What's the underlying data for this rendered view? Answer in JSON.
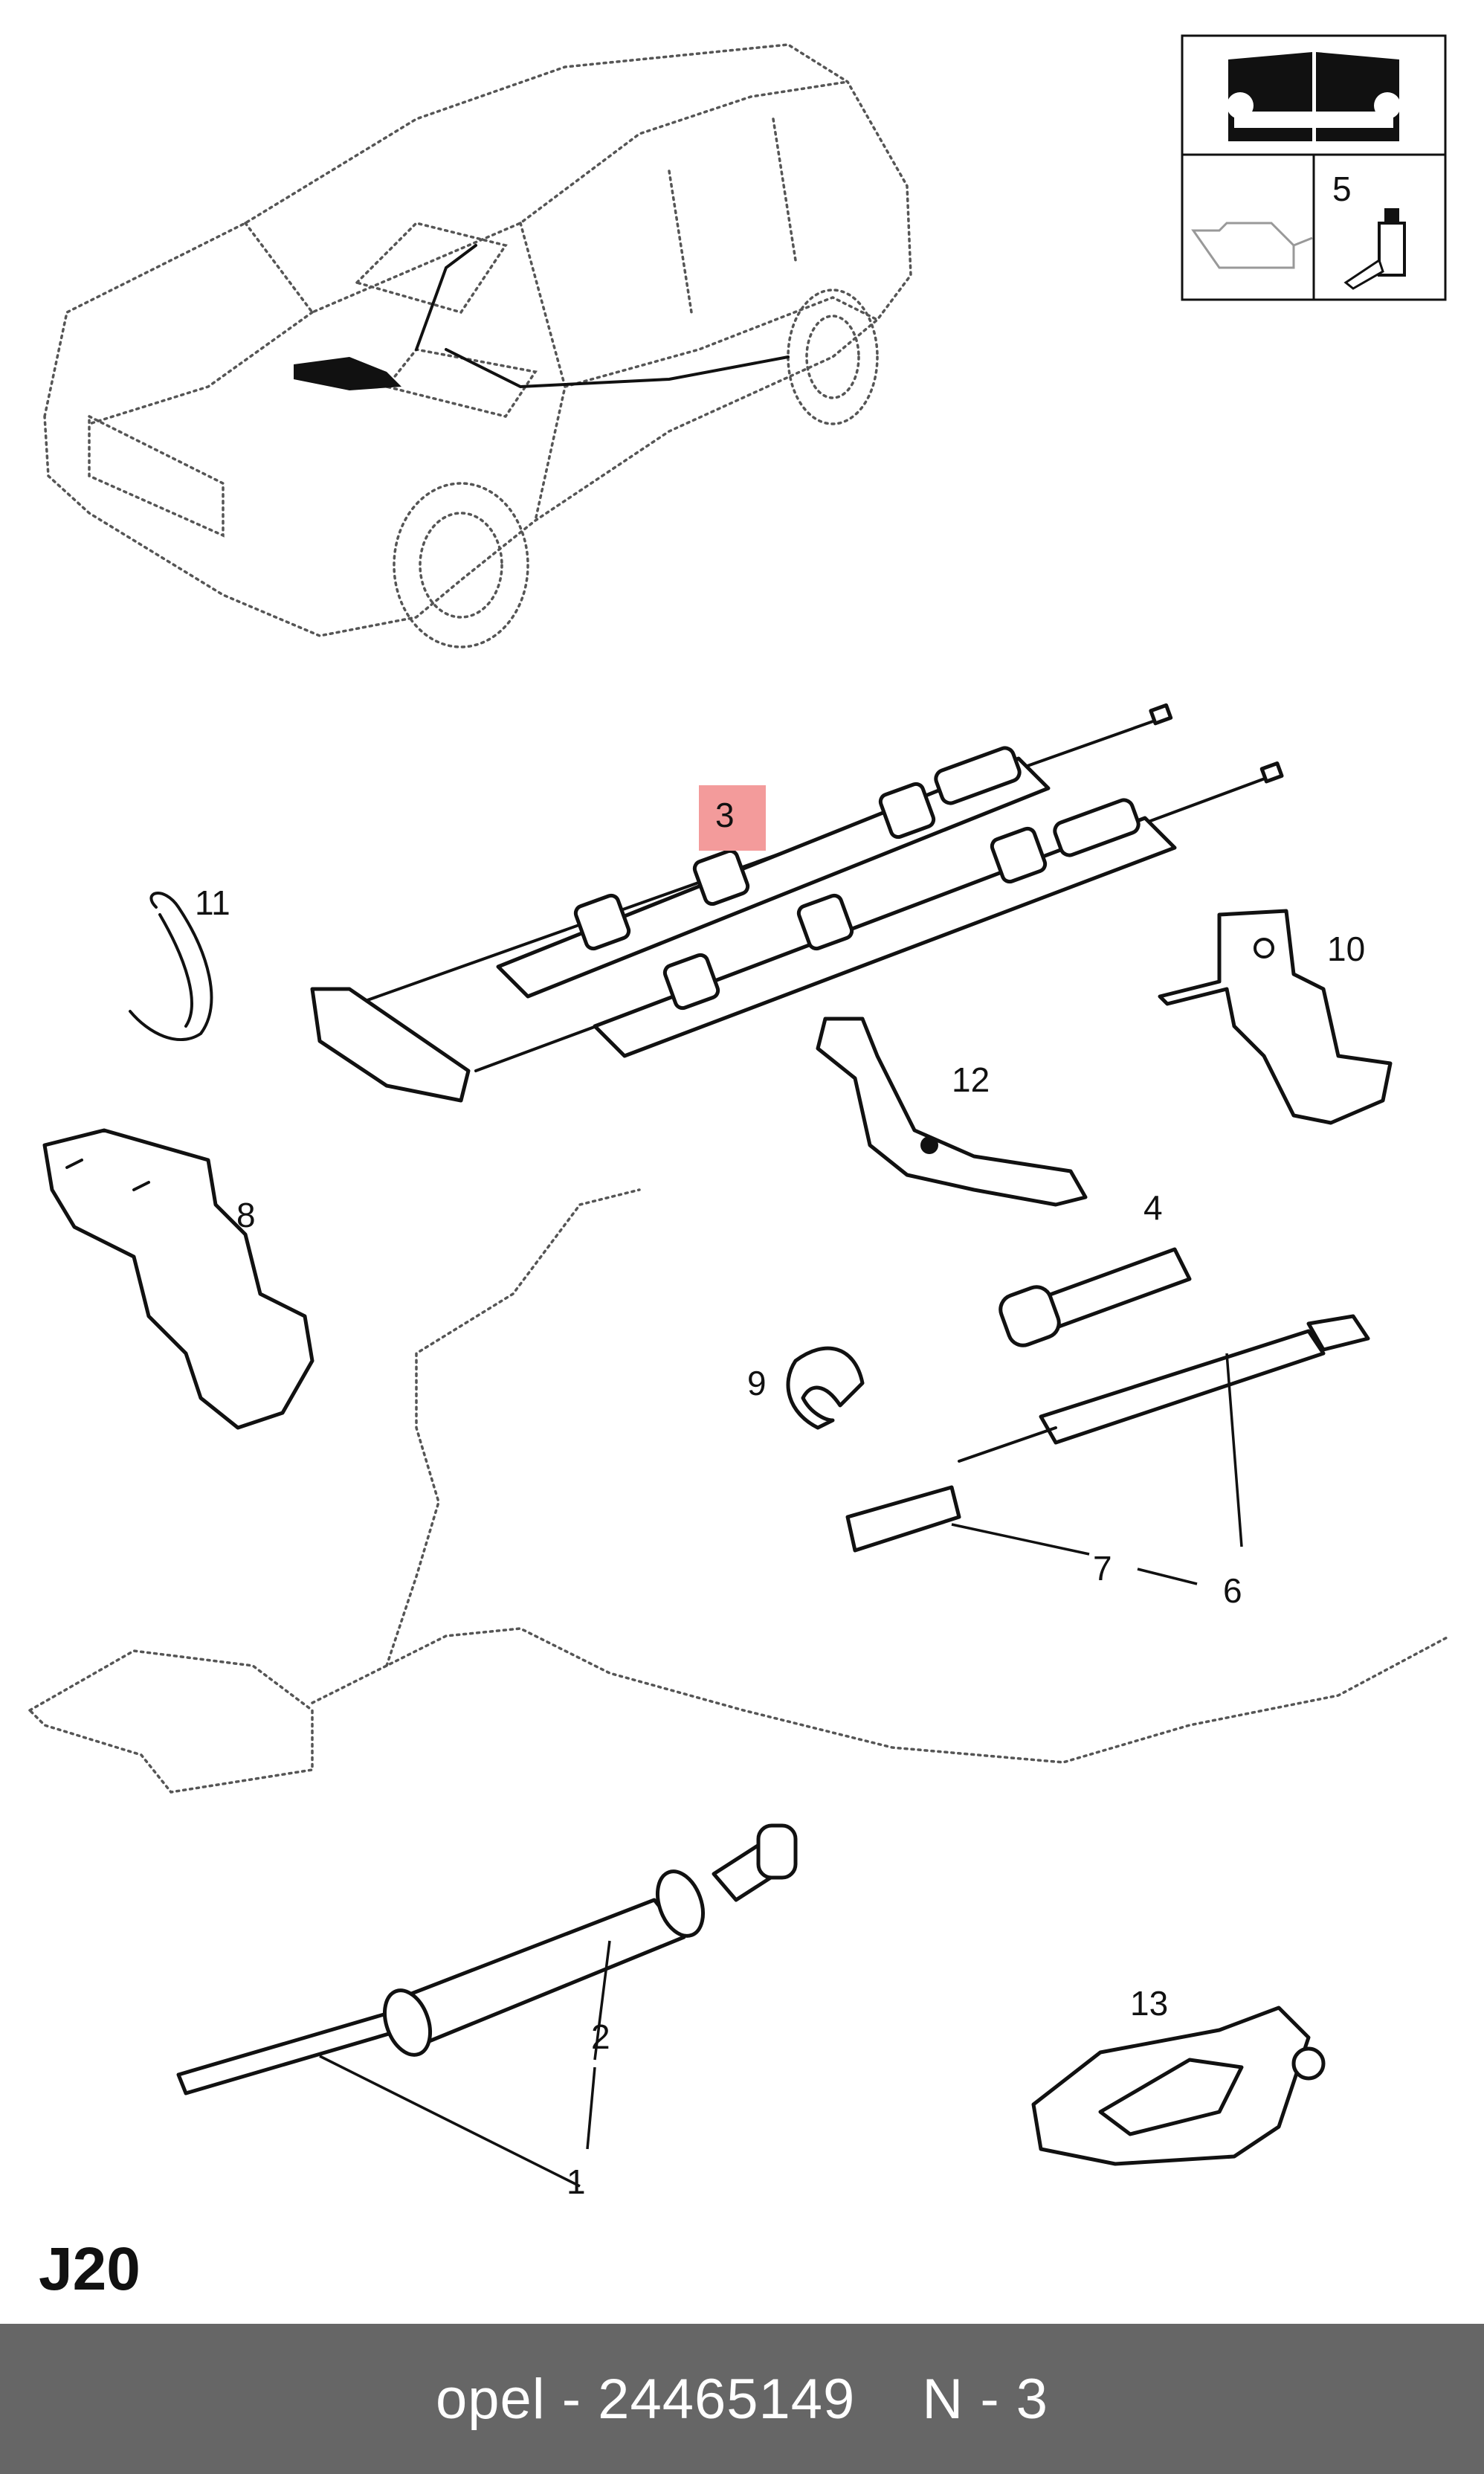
{
  "page_code": "J20",
  "footer": {
    "brand_part": "opel - 24465149",
    "ref": "N - 3"
  },
  "service_box": {
    "icon_manual": "manual-wrench-icon",
    "icon_oil": "oil-can-icon",
    "icon_grease": "grease-bottle-icon",
    "grease_ref": "5"
  },
  "callouts": {
    "c1": "1",
    "c2": "2",
    "c3": "3",
    "c4": "4",
    "c6": "6",
    "c7": "7",
    "c8": "8",
    "c9": "9",
    "c10": "10",
    "c11": "11",
    "c12": "12",
    "c13": "13"
  },
  "colors": {
    "highlight": "#f39b9b",
    "footer_bg": "#666666",
    "ink": "#111111"
  }
}
